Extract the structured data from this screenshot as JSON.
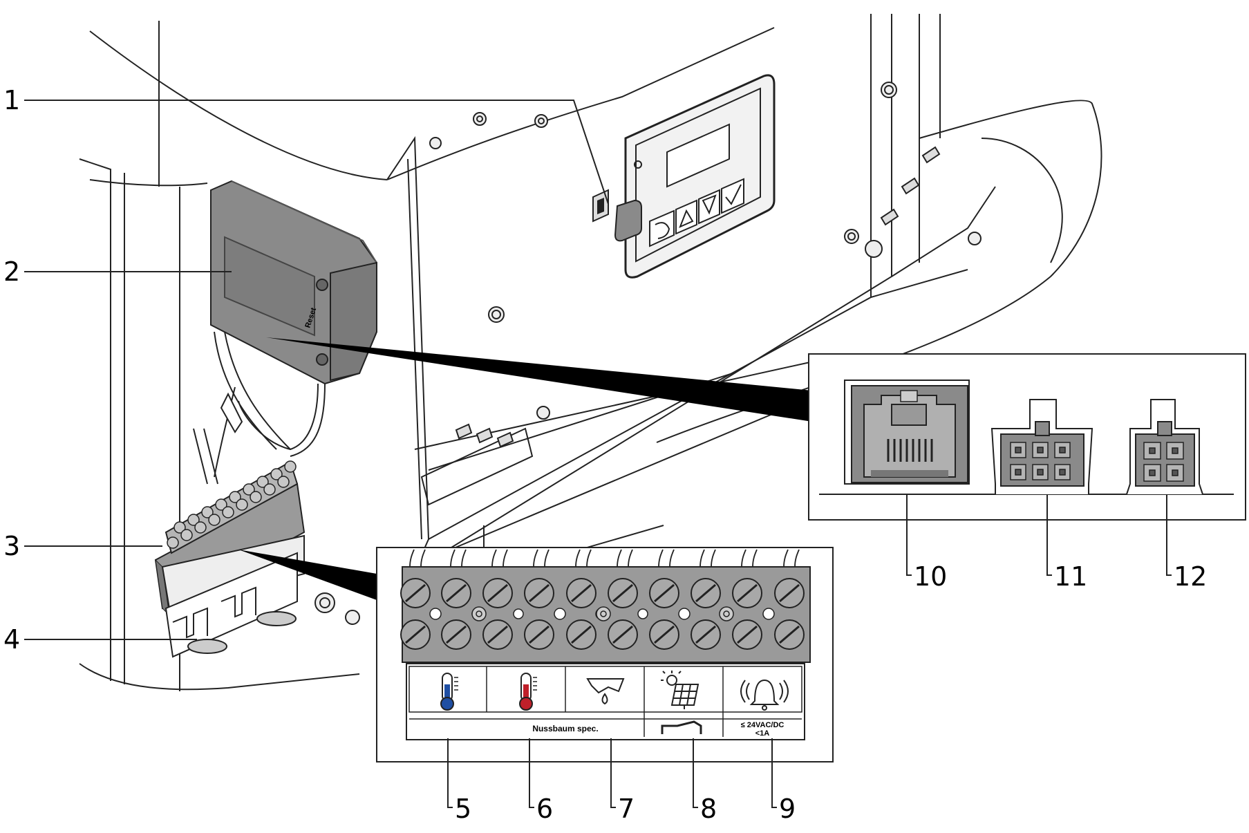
{
  "figure": {
    "callouts": [
      "1",
      "2",
      "3",
      "4",
      "5",
      "6",
      "7",
      "8",
      "9",
      "10",
      "11",
      "12"
    ],
    "housing_text": "Reset",
    "terminal_strip": {
      "bottom_label": "Nussbaum spec.",
      "voltage_label_line1": "≤ 24VAC/DC",
      "voltage_label_line2": "<1A",
      "icons": [
        "thermometer-cold-icon",
        "thermometer-hot-icon",
        "water-sensor-icon",
        "solar-panel-icon",
        "alarm-bell-icon"
      ],
      "switch_icon": "switch-contact-icon"
    },
    "connectors": [
      "rj45-port",
      "6-pin-connector",
      "4-pin-connector"
    ],
    "colors": {
      "cold": "#1f4fa3",
      "hot": "#c0202a",
      "box": "#8a8a8a",
      "terminal": "#9a9a9a"
    }
  }
}
